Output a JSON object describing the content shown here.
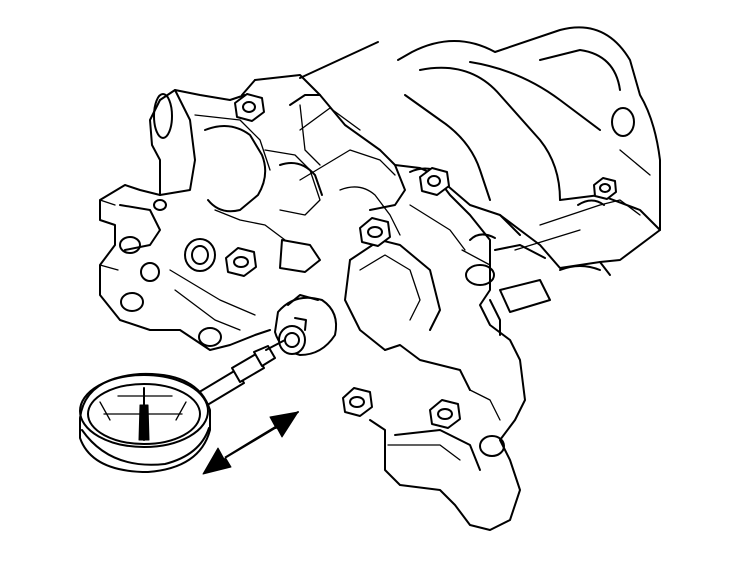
{
  "figure": {
    "components": [
      "engine-block",
      "balance-shaft-assembly",
      "oil-pump-housing",
      "mounting-bolts",
      "dial-indicator",
      "indicator-stem",
      "shaft-end",
      "movement-arrow"
    ],
    "line_color": "#000000",
    "background_color": "#ffffff",
    "movement_arrow": {
      "direction": "axial",
      "style": "double-headed"
    }
  }
}
